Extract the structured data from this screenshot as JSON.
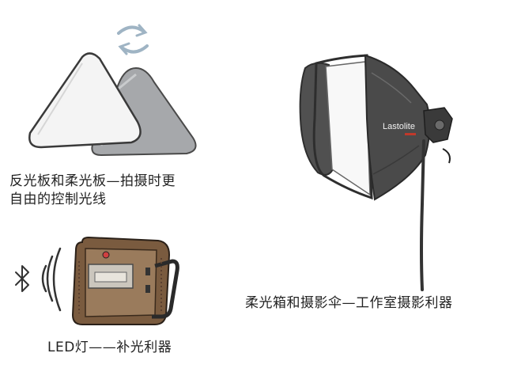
{
  "captions": {
    "reflector_line1": "反光板和柔光板—拍摄时更",
    "reflector_line2": "自由的控制光线",
    "softbox": "柔光箱和摄影伞—工作室摄影利器",
    "led": "LED灯——补光利器"
  },
  "softbox_brand": "Lastolite",
  "colors": {
    "ink": "#222222",
    "reflector_white": "#f4f4f4",
    "reflector_grey": "#a6a8ab",
    "softbox_body": "#4a4a4a",
    "arrow_blue": "#9fb4c4"
  },
  "icons": [
    "swap-arrows-icon",
    "bluetooth-icon",
    "wireless-signal-icon"
  ]
}
